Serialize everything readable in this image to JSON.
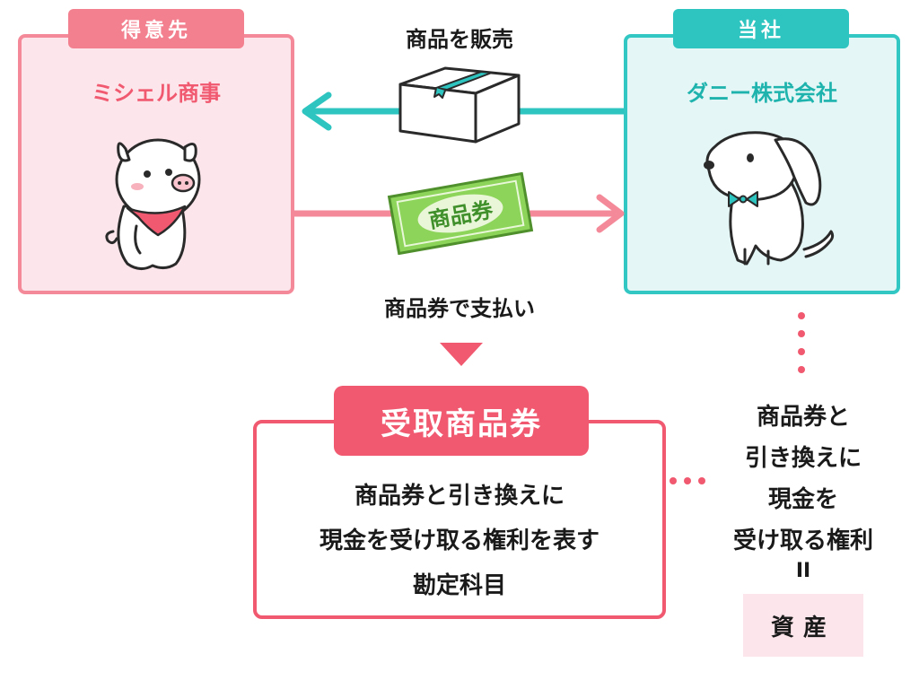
{
  "client": {
    "tag": "得意先",
    "name": "ミシェル商事"
  },
  "self": {
    "tag": "当社",
    "name": "ダニー株式会社"
  },
  "flows": {
    "goods_label": "商品を販売",
    "voucher_text": "商品券",
    "payment_label": "商品券で支払い"
  },
  "definition": {
    "title": "受取商品券",
    "lines": [
      "商品券と引き換えに",
      "現金を受け取る権利を表す",
      "勘定科目"
    ]
  },
  "note": {
    "lines": [
      "商品券と",
      "引き換えに",
      "現金を",
      "受け取る権利"
    ],
    "equals": "II",
    "asset": "資産"
  },
  "colors": {
    "pink": "#f0596f",
    "teal": "#2ec4c0",
    "pink_light": "#fde6eb",
    "teal_light": "#e4f7f6",
    "voucher_green": "#7cc84b"
  },
  "icons": {
    "client_character": "pig-icon",
    "self_character": "dog-icon",
    "goods": "package-icon",
    "voucher": "gift-certificate-icon"
  }
}
